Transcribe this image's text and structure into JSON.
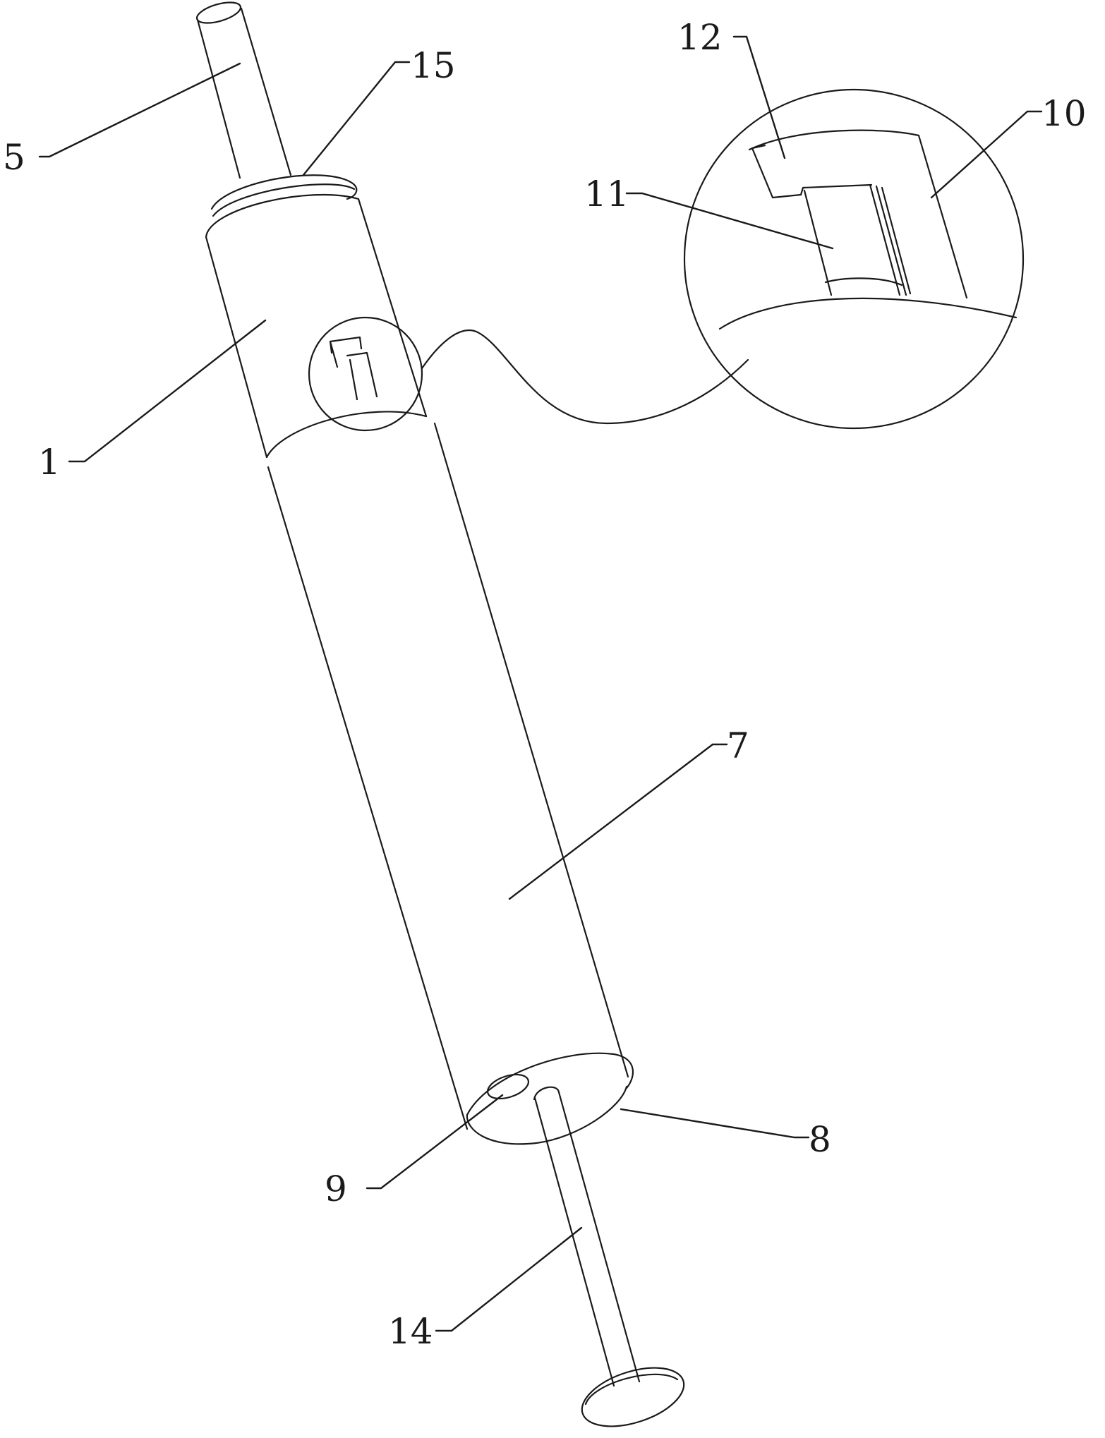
{
  "labels": {
    "l1": "1",
    "l5": "5",
    "l7": "7",
    "l8": "8",
    "l9": "9",
    "l10": "10",
    "l11": "11",
    "l12": "12",
    "l14": "14",
    "l15": "15"
  }
}
